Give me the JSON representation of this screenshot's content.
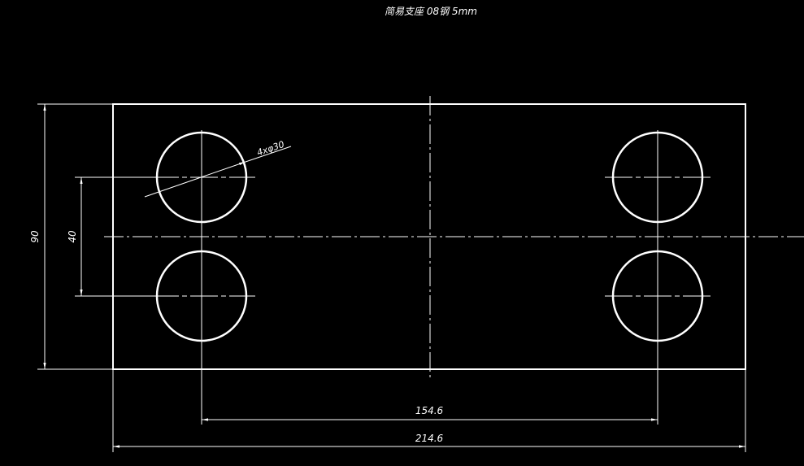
{
  "drawing": {
    "title": "简易支座 08钢 5mm",
    "colors": {
      "background": "#000000",
      "outline": "#ffffff"
    },
    "dimensions": {
      "overall_height": "90",
      "hole_spacing_vertical": "40",
      "hole_spacing_horizontal": "154.6",
      "overall_width": "214.6",
      "hole_callout": "4xφ30"
    }
  }
}
